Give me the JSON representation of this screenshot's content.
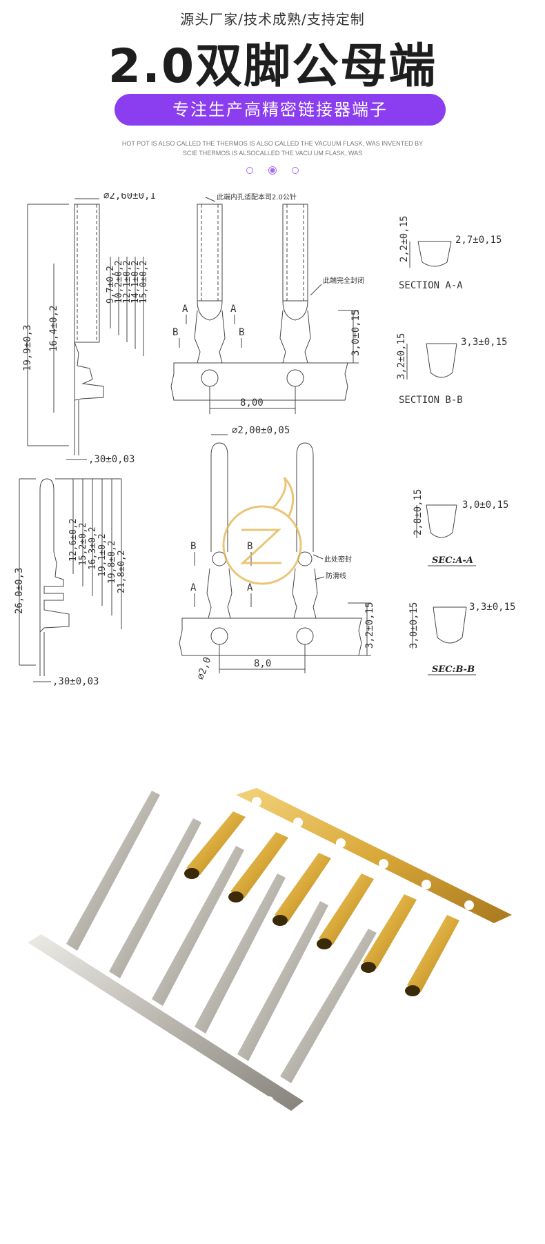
{
  "header": {
    "subtitle": "源头厂家/技术成熟/支持定制",
    "title": "2.0双脚公母端",
    "banner": "专注生产高精密链接器端子",
    "english_line1": "HOT POT IS ALSO CALLED THE THERMOS IS ALSO CALLED THE VACUUM FLASK, WAS INVENTED BY",
    "english_line2": "SCIE THERMOS IS ALSOCALLED THE VACU  UM FLASK, WAS",
    "accent_color": "#8a3ef0"
  },
  "drawing_top": {
    "dims_left": [
      "19,9±0,3",
      "16,4±0,2",
      "9,7±0,2",
      "10,2±0,2",
      "12,1±0,2",
      "14,1±0,2",
      "15,0±0,2"
    ],
    "dia": "⌀2,60±0,1",
    "thickness": ",30±0,03",
    "note_top": "此端内孔适配本司2.0公针",
    "note_side": "此端完全封闭",
    "height": "3,0±0,15",
    "pitch": "8,00",
    "sec_a_h": "2,2±0,15",
    "sec_a_w": "2,7±0,15",
    "sec_a_label": "SECTION A-A",
    "sec_b_h": "3,2±0,15",
    "sec_b_w": "3,3±0,15",
    "sec_b_label": "SECTION B-B",
    "cut_a": "A",
    "cut_b": "B"
  },
  "drawing_bottom": {
    "dims_left": [
      "26,0±0,3",
      "12,6±0,2",
      "15,2±0,2",
      "16,3±0,2",
      "19,1±0,2",
      "19,8±0,2",
      "21,8±0,2"
    ],
    "dia": "⌀2,00±0,05",
    "thickness": ",30±0,03",
    "note_seal": "此处密封",
    "note_slip": "防滑线",
    "height": "3,2±0,15",
    "pitch": "8,0",
    "hole": "⌀2,0",
    "sec_a_h": "2,8±0,15",
    "sec_a_w": "3,0±0,15",
    "sec_a_label": "SEC:A-A",
    "sec_b_h": "3,0±0,15",
    "sec_b_w": "3,3±0,15",
    "sec_b_label": "SEC:B-B",
    "cut_a": "A",
    "cut_b": "B"
  },
  "colors": {
    "gold": "#d9a93a",
    "silver": "#b9b6ae"
  }
}
